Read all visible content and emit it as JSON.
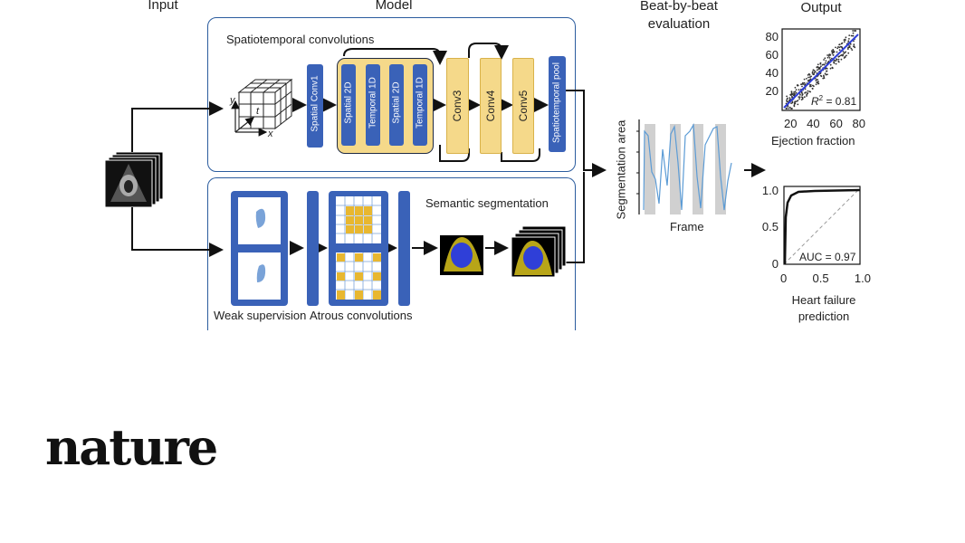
{
  "headers": {
    "input": "Input",
    "model": "Model",
    "beat_line1": "Beat-by-beat",
    "beat_line2": "evaluation",
    "output": "Output"
  },
  "model": {
    "spatiotemporal_title": "Spatiotemporal convolutions",
    "semantic_title": "Semantic segmentation",
    "cube_axes": {
      "y": "y",
      "t": "t",
      "x": "x"
    },
    "blocks": {
      "spatial_conv1": "Spatial Conv1",
      "spatial_2d_a": "Spatial 2D",
      "temporal_1d_a": "Temporal 1D",
      "spatial_2d_b": "Spatial 2D",
      "temporal_1d_b": "Temporal 1D",
      "conv3": "Conv3",
      "conv4": "Conv4",
      "conv5": "Conv5",
      "pool": "Spatiotemporal pool"
    },
    "weak_supervision": "Weak supervision",
    "atrous_convolutions": "Atrous convolutions"
  },
  "beat": {
    "ylabel": "Segmentation area",
    "xlabel": "Frame"
  },
  "output": {
    "scatter": {
      "yticks": [
        "80",
        "60",
        "40",
        "20"
      ],
      "xticks": [
        "20",
        "40",
        "60",
        "80"
      ],
      "xlabel": "Ejection fraction",
      "r2_label": "R",
      "r2_sup": "2",
      "r2_value": " = 0.81"
    },
    "roc": {
      "yticks": [
        "1.0",
        "0.5",
        "0"
      ],
      "xticks": [
        "0",
        "0.5",
        "1.0"
      ],
      "auc_label": "AUC = 0.97",
      "xlabel_line1": "Heart failure",
      "xlabel_line2": "prediction"
    }
  },
  "brand": "nature",
  "colors": {
    "panel_border": "#2b5c9e",
    "block_blue": "#3a62b8",
    "block_yellow": "#f5d98a",
    "block_yellow_border": "#d9b24a",
    "seg_blue": "#2f3fd8",
    "seg_yellow": "#d8c21c",
    "curve_blue": "#5b9bd5",
    "grey_band": "#d0d0d0"
  }
}
